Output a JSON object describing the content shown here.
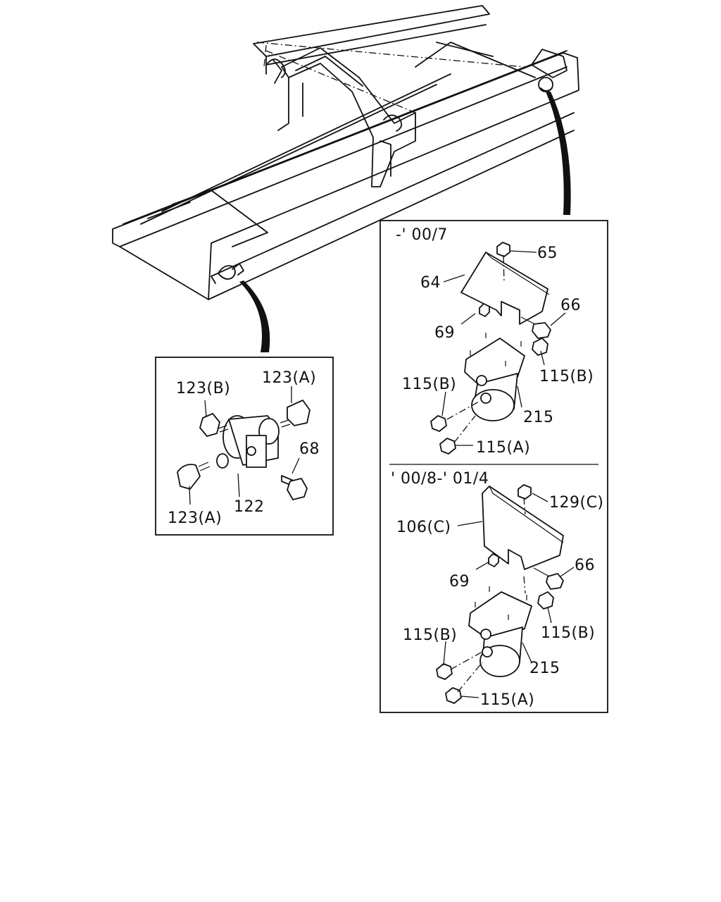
{
  "panels": {
    "top_right": {
      "period": "-' 00/7",
      "labels": {
        "p65": "65",
        "p64": "64",
        "p66": "66",
        "p69": "69",
        "p115b_right": "115(B)",
        "p115b_left": "115(B)",
        "p215": "215",
        "p115a": "115(A)"
      }
    },
    "bottom_right": {
      "period": "' 00/8-' 01/4",
      "labels": {
        "p129c": "129(C)",
        "p106c": "106(C)",
        "p66": "66",
        "p69": "69",
        "p115b_right": "115(B)",
        "p115b_left": "115(B)",
        "p215": "215",
        "p115a": "115(A)"
      }
    },
    "left": {
      "labels": {
        "p123b": "123(B)",
        "p123a_top": "123(A)",
        "p68": "68",
        "p122": "122",
        "p123a_bottom": "123(A)"
      }
    }
  }
}
